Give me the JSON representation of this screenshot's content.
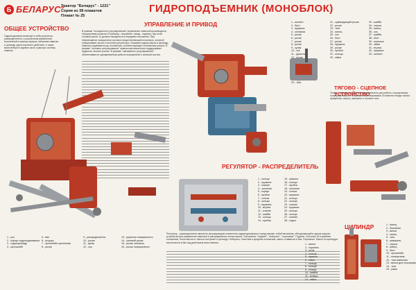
{
  "header": {
    "brand": "БЕЛАРУС",
    "brand_mark": "®",
    "series_line1": "Трактор \"Беларус\" - 1221\"",
    "series_line2": "Серия из 38 плакатов",
    "series_line3": "Плакат № 25",
    "title": "ГИДРОПОДЪЕМНИК (МОНОБЛОК)"
  },
  "sections": {
    "general": "ОБЩЕЕ УСТРОЙСТВО",
    "control": "УПРАВЛЕНИЕ И ПРИВОД",
    "regulator": "РЕГУЛЯТОР - РАСПРЕДЕЛИТЕЛЬ",
    "hitch": "ТЯГОВО - СЦЕПНОЕ УСТРОЙСТВО",
    "cylinder": "ЦИЛИНДР"
  },
  "texts": {
    "general_intro": "Гидроподъемник включает в себя регулятор - распределитель с устройством управления, встроенный в крышку корпуса, механизм навески и цилиндр одностороннего действия, а также вынесенную в заднюю часть трактора систему навески.",
    "control_text": "В режиме \"позиционного регулирования\" управление навеской производится позиционным рычагом 10 (вперед - опускание, назад - подъем), при этом силовой рычаг 14 должен находиться в переднем положении. При перемещении позиционного рычага назад перемещается кулачок, который поворачивает рычаг и золотник регулятора, открывая подачу масла в цилиндр. Навеска поднимается до положения, соответствующего положению рычага. В режиме \"силового регулирования\" навеска автоматически поддерживает заданное тяговое усилие. В режиме \"смешанного регулирования\" обеспечивается одновременная работа позиционной и силовой систем.",
    "hitch_text": "Тягово - сцепное устройство предназначено для работы с прицепными, полуприцепными и полунавесными машинами. В комплект входят вилка прицепная, серьга, шкворень и тяговые тяги.",
    "bottom_text": "Регулятор - распределитель является регулирующим элементом гидроподъемника и представляет собой механизм, объединяющий в одном корпусе устройство для управления навеской и распределения потока масла. Положения: \"подъем\", \"нейтраль\", \"опускание\". Подъем. Золотник 18 в крайнем положении, поток масла от насоса поступает в цилиндр. Нейтраль. Золотник в среднем положении, масло сливается в бак. Опускание. Масло из цилиндра вытесняется в бак под действием веса навески."
  },
  "legends": {
    "general_bottom": [
      "1 - ухо",
      "2 - корпус гидроподъемника",
      "3 - гидроцилиндр",
      "4 - кронштейн",
      "5 - вал",
      "6 - штуцер",
      "7 - кронштейн крепления",
      "8 - рычаг",
      "9 - распределитель",
      "10 - рычаг",
      "11 - кулак",
      "12 - ось",
      "13 - рукоятка позиционного",
      "14 - силовой рычаг",
      "15 - рычаг силового",
      "16 - рычаг позиционного"
    ],
    "top_right_left": [
      "1 - шплинт",
      "2 - болт",
      "3 - пружина",
      "4 - колпачок",
      "5 - рычаг",
      "6 - рычаг",
      "7 - рычаг",
      "8 - рычаг",
      "9 - кулак",
      "10 - ось",
      "11 - рукоятка",
      "12 - рычаг",
      "13 - винт",
      "14 - вал",
      "15 - кулачок",
      "16 - втулка",
      "17 - корпус",
      "18 - золотник",
      "19 - пружина",
      "20 - тяга"
    ],
    "top_right_right": [
      "21 - суммирующий рычаг",
      "22 - рычаг",
      "23 - тяга",
      "24 - палец",
      "25 - ось",
      "26 - болт",
      "27 - рычаг",
      "28 - пружина",
      "29 - рычаг",
      "30 - пробка",
      "31 - кольцо",
      "32 - гайка"
    ],
    "top_right_far": [
      "33 - шайба",
      "34 - серьга",
      "35 - палец",
      "36 - ось",
      "37 - шайба",
      "38 - болт",
      "39 - шпилька",
      "40 - гайка",
      "41 - втулка",
      "42 - пружина",
      "43 - шплинт"
    ],
    "regulator_left": [
      "1 - кольцо",
      "2 - пружина",
      "3 - клапан",
      "4 - золотник",
      "5 - корпус",
      "6 - пробка",
      "7 - гильза",
      "8 - кольцо",
      "9 - пружина",
      "10 - втулка",
      "11 - клапан",
      "12 - шайба",
      "13 - кольцо",
      "14 - пробка"
    ],
    "regulator_right": [
      "15 - крышка",
      "16 - кольцо",
      "17 - пробка",
      "18 - золотник",
      "19 - гильза",
      "20 - пружина",
      "21 - кольцо",
      "22 - кольцо",
      "23 - клапан",
      "24 - пружина",
      "25 - кольцо",
      "26 - кольцо",
      "27 - клапан",
      "28 - седло"
    ],
    "hitch_list": [
      "1 - палец",
      "2 - боковина",
      "3 - вилка",
      "4 - палец",
      "5 - тяга",
      "6 - шкворень",
      "7 - серьга",
      "8 - палец",
      "9 - болт",
      "10 - кронштейн",
      "11 - поперечина",
      "12 - тяга навесная",
      "13 - вилка для полуприцепа",
      "14 - тяга",
      "15 - рама"
    ],
    "cylinder_list": [
      "1 - вилка",
      "2 - поршень",
      "3 - шток",
      "4 - кольцо",
      "5 - крышка",
      "6 - гайка",
      "7 - кольцо",
      "8 - кольцо",
      "9 - гильза",
      "10 - шайба",
      "11 - кольцо",
      "12 - гайка"
    ]
  },
  "colors": {
    "accent": "#d8231f",
    "part_red": "#b93a24",
    "part_gray": "#8b8f94",
    "paper": "#f4f2ea"
  }
}
